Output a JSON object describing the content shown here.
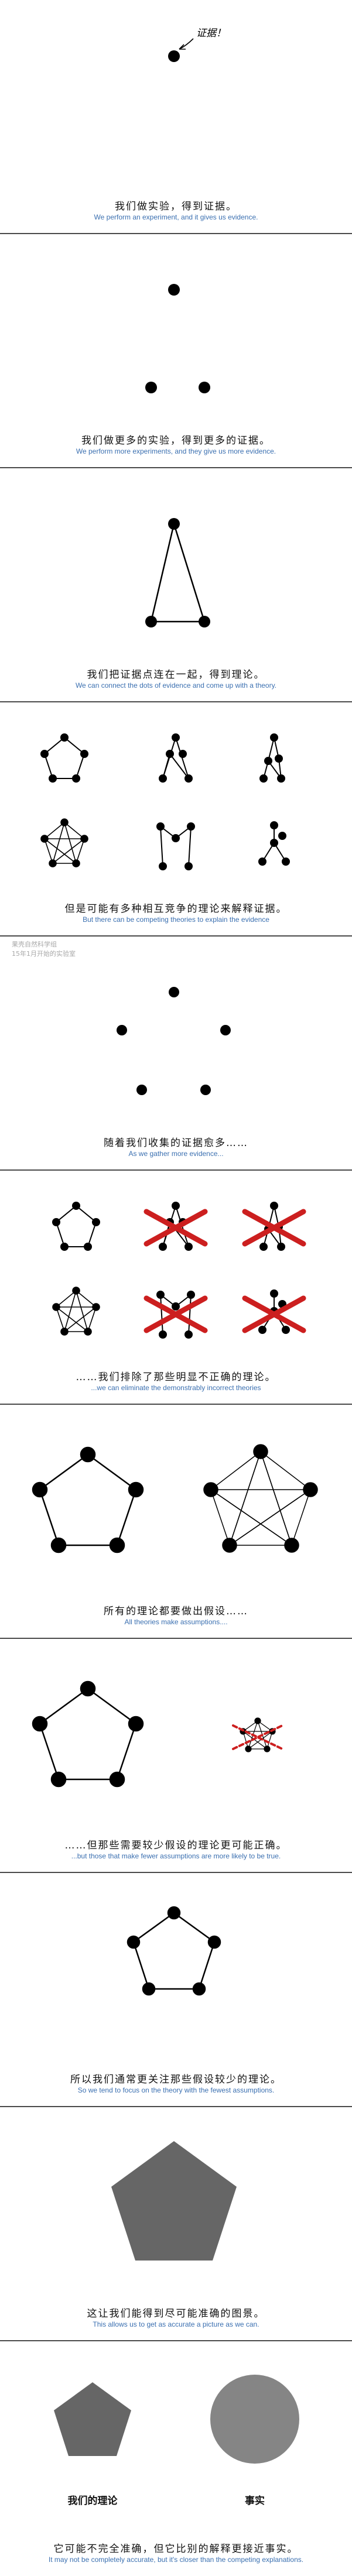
{
  "panels": [
    {
      "zh": "我们做实验，得到证据。",
      "en": "We perform an experiment, and it gives us evidence.",
      "annotation": "证据！"
    },
    {
      "zh": "我们做更多的实验，得到更多的证据。",
      "en": "We perform more experiments, and they give us more evidence."
    },
    {
      "zh": "我们把证据点连在一起，得到理论。",
      "en": "We can connect the dots of evidence and come up with a theory."
    },
    {
      "zh": "但是可能有多种相互竞争的理论来解释证据。",
      "en": "But there can be competing theories to explain the evidence"
    },
    {
      "zh": "随着我们收集的证据愈多……",
      "en": "As we gather more evidence...",
      "watermark_line1": "果壳自然科学组",
      "watermark_line2": "15年1月开始的实验室"
    },
    {
      "zh": "……我们排除了那些明显不正确的理论。",
      "en": "...we can eliminate the demonstrably incorrect theories"
    },
    {
      "zh": "所有的理论都要做出假设……",
      "en": "All theories make assumptions...."
    },
    {
      "zh": "……但那些需要较少假设的理论更可能正确。",
      "en": "...but those that make fewer assumptions are more likely to be true."
    },
    {
      "zh": "所以我们通常更关注那些假设较少的理论。",
      "en": "So we tend to focus on the theory with the fewest assumptions."
    },
    {
      "zh": "这让我们能得到尽可能准确的图景。",
      "en": "This allows us to get as accurate a picture as we can."
    },
    {
      "zh": "它可能不完全准确，但它比别的解释更接近事实。",
      "en": "It may not be completely accurate, but it's closer than the competing explanations.",
      "label_left": "我们的理论",
      "label_right": "事实"
    }
  ],
  "colors": {
    "ink": "#000000",
    "caption_en": "#3a6fb0",
    "eliminate": "#cc1f1f",
    "fill_gray": "#666666",
    "border": "#4a4a4a",
    "watermark": "#a8a8a8"
  }
}
